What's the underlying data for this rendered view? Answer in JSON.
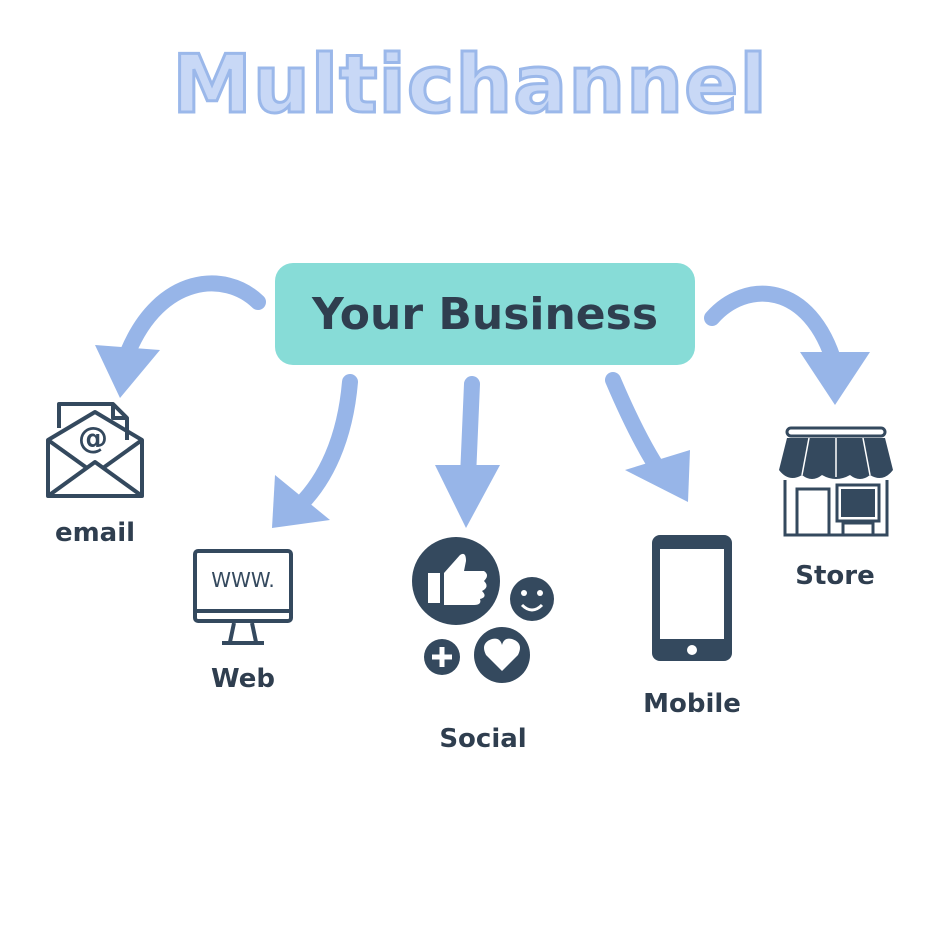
{
  "title": "Multichannel",
  "center": "Your Business",
  "channels": [
    {
      "label": "email",
      "icon": "email-icon"
    },
    {
      "label": "Web",
      "icon": "web-monitor-icon",
      "screen_text": "WWW."
    },
    {
      "label": "Social",
      "icon": "social-icon"
    },
    {
      "label": "Mobile",
      "icon": "mobile-phone-icon"
    },
    {
      "label": "Store",
      "icon": "store-icon"
    }
  ],
  "colors": {
    "arrow": "#97b5e8",
    "box": "#87dcd7",
    "icon": "#34495e",
    "title_fill": "#c8d8f6",
    "title_stroke": "#9bb8ea"
  }
}
